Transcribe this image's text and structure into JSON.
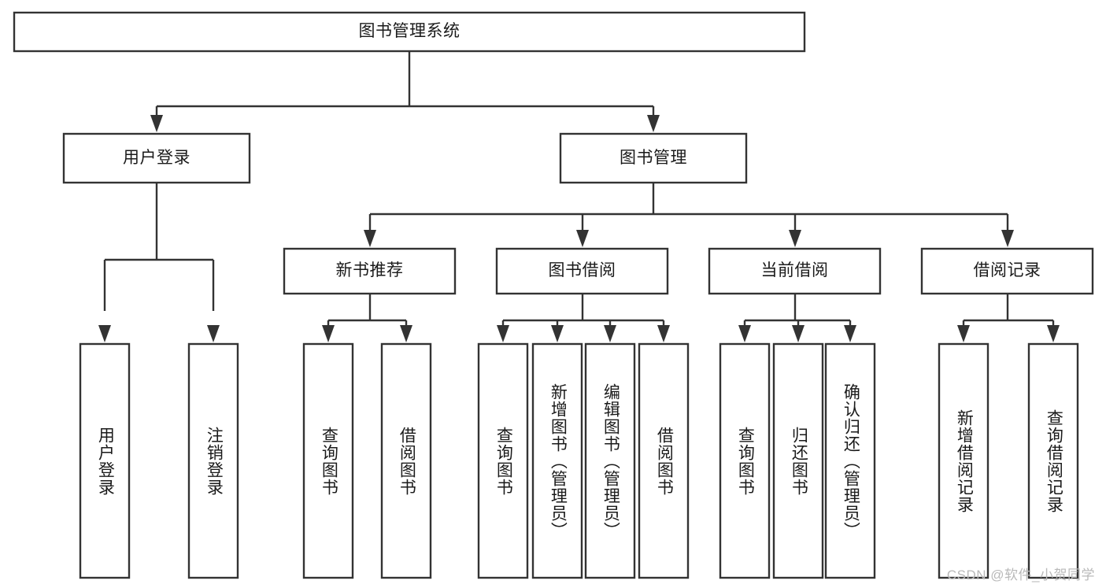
{
  "diagram": {
    "type": "tree-hierarchy",
    "title": "图书管理系统",
    "colors": {
      "stroke": "#333333",
      "box_fill": "#ffffff",
      "text": "#1a1a1a",
      "watermark": "#b9b9b9",
      "background": "#ffffff"
    },
    "nodes": {
      "root": {
        "label": "图书管理系统",
        "orientation": "horizontal"
      },
      "level2": [
        {
          "label": "用户登录",
          "orientation": "horizontal"
        },
        {
          "label": "图书管理",
          "orientation": "horizontal"
        }
      ],
      "level3": [
        {
          "label": "新书推荐",
          "orientation": "horizontal"
        },
        {
          "label": "图书借阅",
          "orientation": "horizontal"
        },
        {
          "label": "当前借阅",
          "orientation": "horizontal"
        },
        {
          "label": "借阅记录",
          "orientation": "horizontal"
        }
      ],
      "leaves": [
        {
          "label": "用户登录",
          "orientation": "vertical",
          "parent": "用户登录"
        },
        {
          "label": "注销登录",
          "orientation": "vertical",
          "parent": "用户登录"
        },
        {
          "label": "查询图书",
          "orientation": "vertical",
          "parent": "新书推荐"
        },
        {
          "label": "借阅图书",
          "orientation": "vertical",
          "parent": "新书推荐"
        },
        {
          "label": "查询图书",
          "orientation": "vertical",
          "parent": "图书借阅"
        },
        {
          "label": "新增图书（管理员）",
          "orientation": "vertical",
          "parent": "图书借阅"
        },
        {
          "label": "编辑图书（管理员）",
          "orientation": "vertical",
          "parent": "图书借阅"
        },
        {
          "label": "借阅图书",
          "orientation": "vertical",
          "parent": "图书借阅"
        },
        {
          "label": "查询图书",
          "orientation": "vertical",
          "parent": "当前借阅"
        },
        {
          "label": "归还图书",
          "orientation": "vertical",
          "parent": "当前借阅"
        },
        {
          "label": "确认归还（管理员）",
          "orientation": "vertical",
          "parent": "当前借阅"
        },
        {
          "label": "新增借阅记录",
          "orientation": "vertical",
          "parent": "借阅记录"
        },
        {
          "label": "查询借阅记录",
          "orientation": "vertical",
          "parent": "借阅记录"
        }
      ]
    }
  },
  "watermark": {
    "text": "CSDN @软件_小贺同学"
  }
}
